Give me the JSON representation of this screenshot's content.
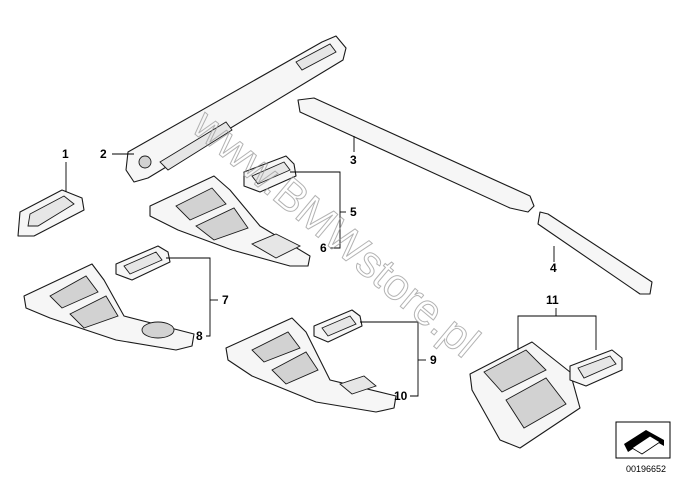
{
  "watermark": "www.BMWstore.pl",
  "callouts": {
    "c1": "1",
    "c2": "2",
    "c3": "3",
    "c4": "4",
    "c5": "5",
    "c6": "6",
    "c7": "7",
    "c8": "8",
    "c9": "9",
    "c10": "10",
    "c11": "11"
  },
  "doc_id": "00196652",
  "icons": {
    "nav": "arrow-bracket-icon"
  }
}
